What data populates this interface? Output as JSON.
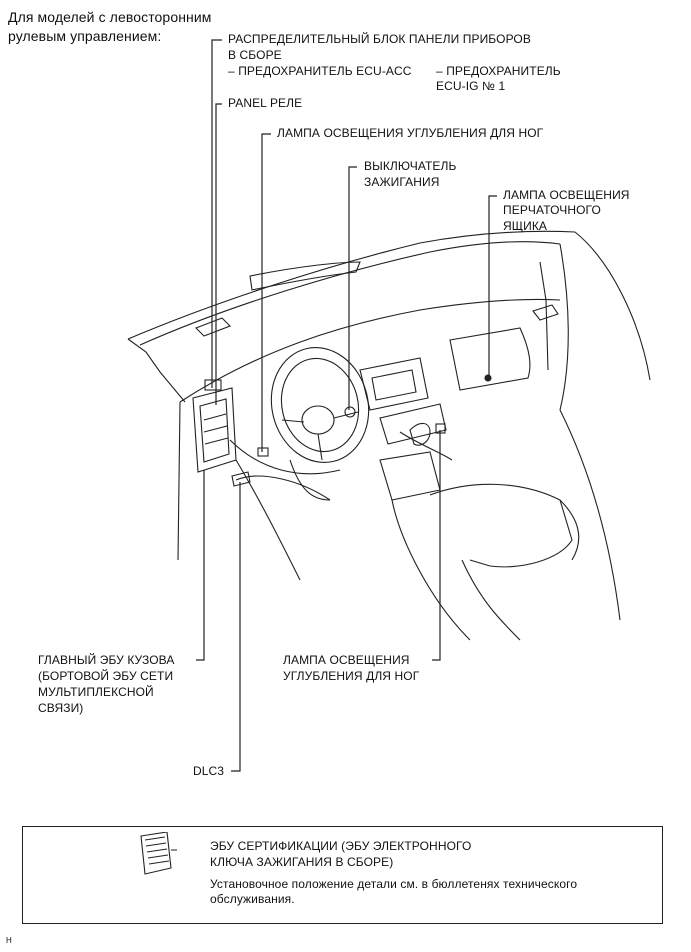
{
  "title": {
    "line1": "Для моделей с левосторонним",
    "line2": "рулевым управлением:"
  },
  "labels": {
    "dist_block_1": "РАСПРЕДЕЛИТЕЛЬНЫЙ БЛОК ПАНЕЛИ ПРИБОРОВ",
    "dist_block_2": "В СБОРЕ",
    "fuse_acc": "– ПРЕДОХРАНИТЕЛЬ ECU-ACC",
    "fuse_ig_1": "– ПРЕДОХРАНИТЕЛЬ",
    "fuse_ig_2": "ECU-IG № 1",
    "panel_relay": "PANEL РЕЛЕ",
    "foot_lamp_top": "ЛАМПА ОСВЕЩЕНИЯ УГЛУБЛЕНИЯ ДЛЯ НОГ",
    "ignition_1": "ВЫКЛЮЧАТЕЛЬ",
    "ignition_2": "ЗАЖИГАНИЯ",
    "glovebox_1": "ЛАМПА ОСВЕЩЕНИЯ",
    "glovebox_2": "ПЕРЧАТОЧНОГО",
    "glovebox_3": "ЯЩИКА",
    "main_body_ecu_1": "ГЛАВНЫЙ ЭБУ КУЗОВА",
    "main_body_ecu_2": "(БОРТОВОЙ ЭБУ СЕТИ",
    "main_body_ecu_3": "МУЛЬТИПЛЕКСНОЙ",
    "main_body_ecu_4": "СВЯЗИ)",
    "foot_lamp_bottom_1": "ЛАМПА ОСВЕЩЕНИЯ",
    "foot_lamp_bottom_2": "УГЛУБЛЕНИЯ ДЛЯ НОГ",
    "dlc3": "DLC3"
  },
  "legend": {
    "line1": "ЭБУ СЕРТИФИКАЦИИ (ЭБУ ЭЛЕКТРОННОГО",
    "line2": "КЛЮЧА ЗАЖИГАНИЯ В СБОРЕ)",
    "note1": "Установочное положение детали см. в бюллетенях технического",
    "note2": "обслуживания."
  },
  "footer_mark": "H"
}
